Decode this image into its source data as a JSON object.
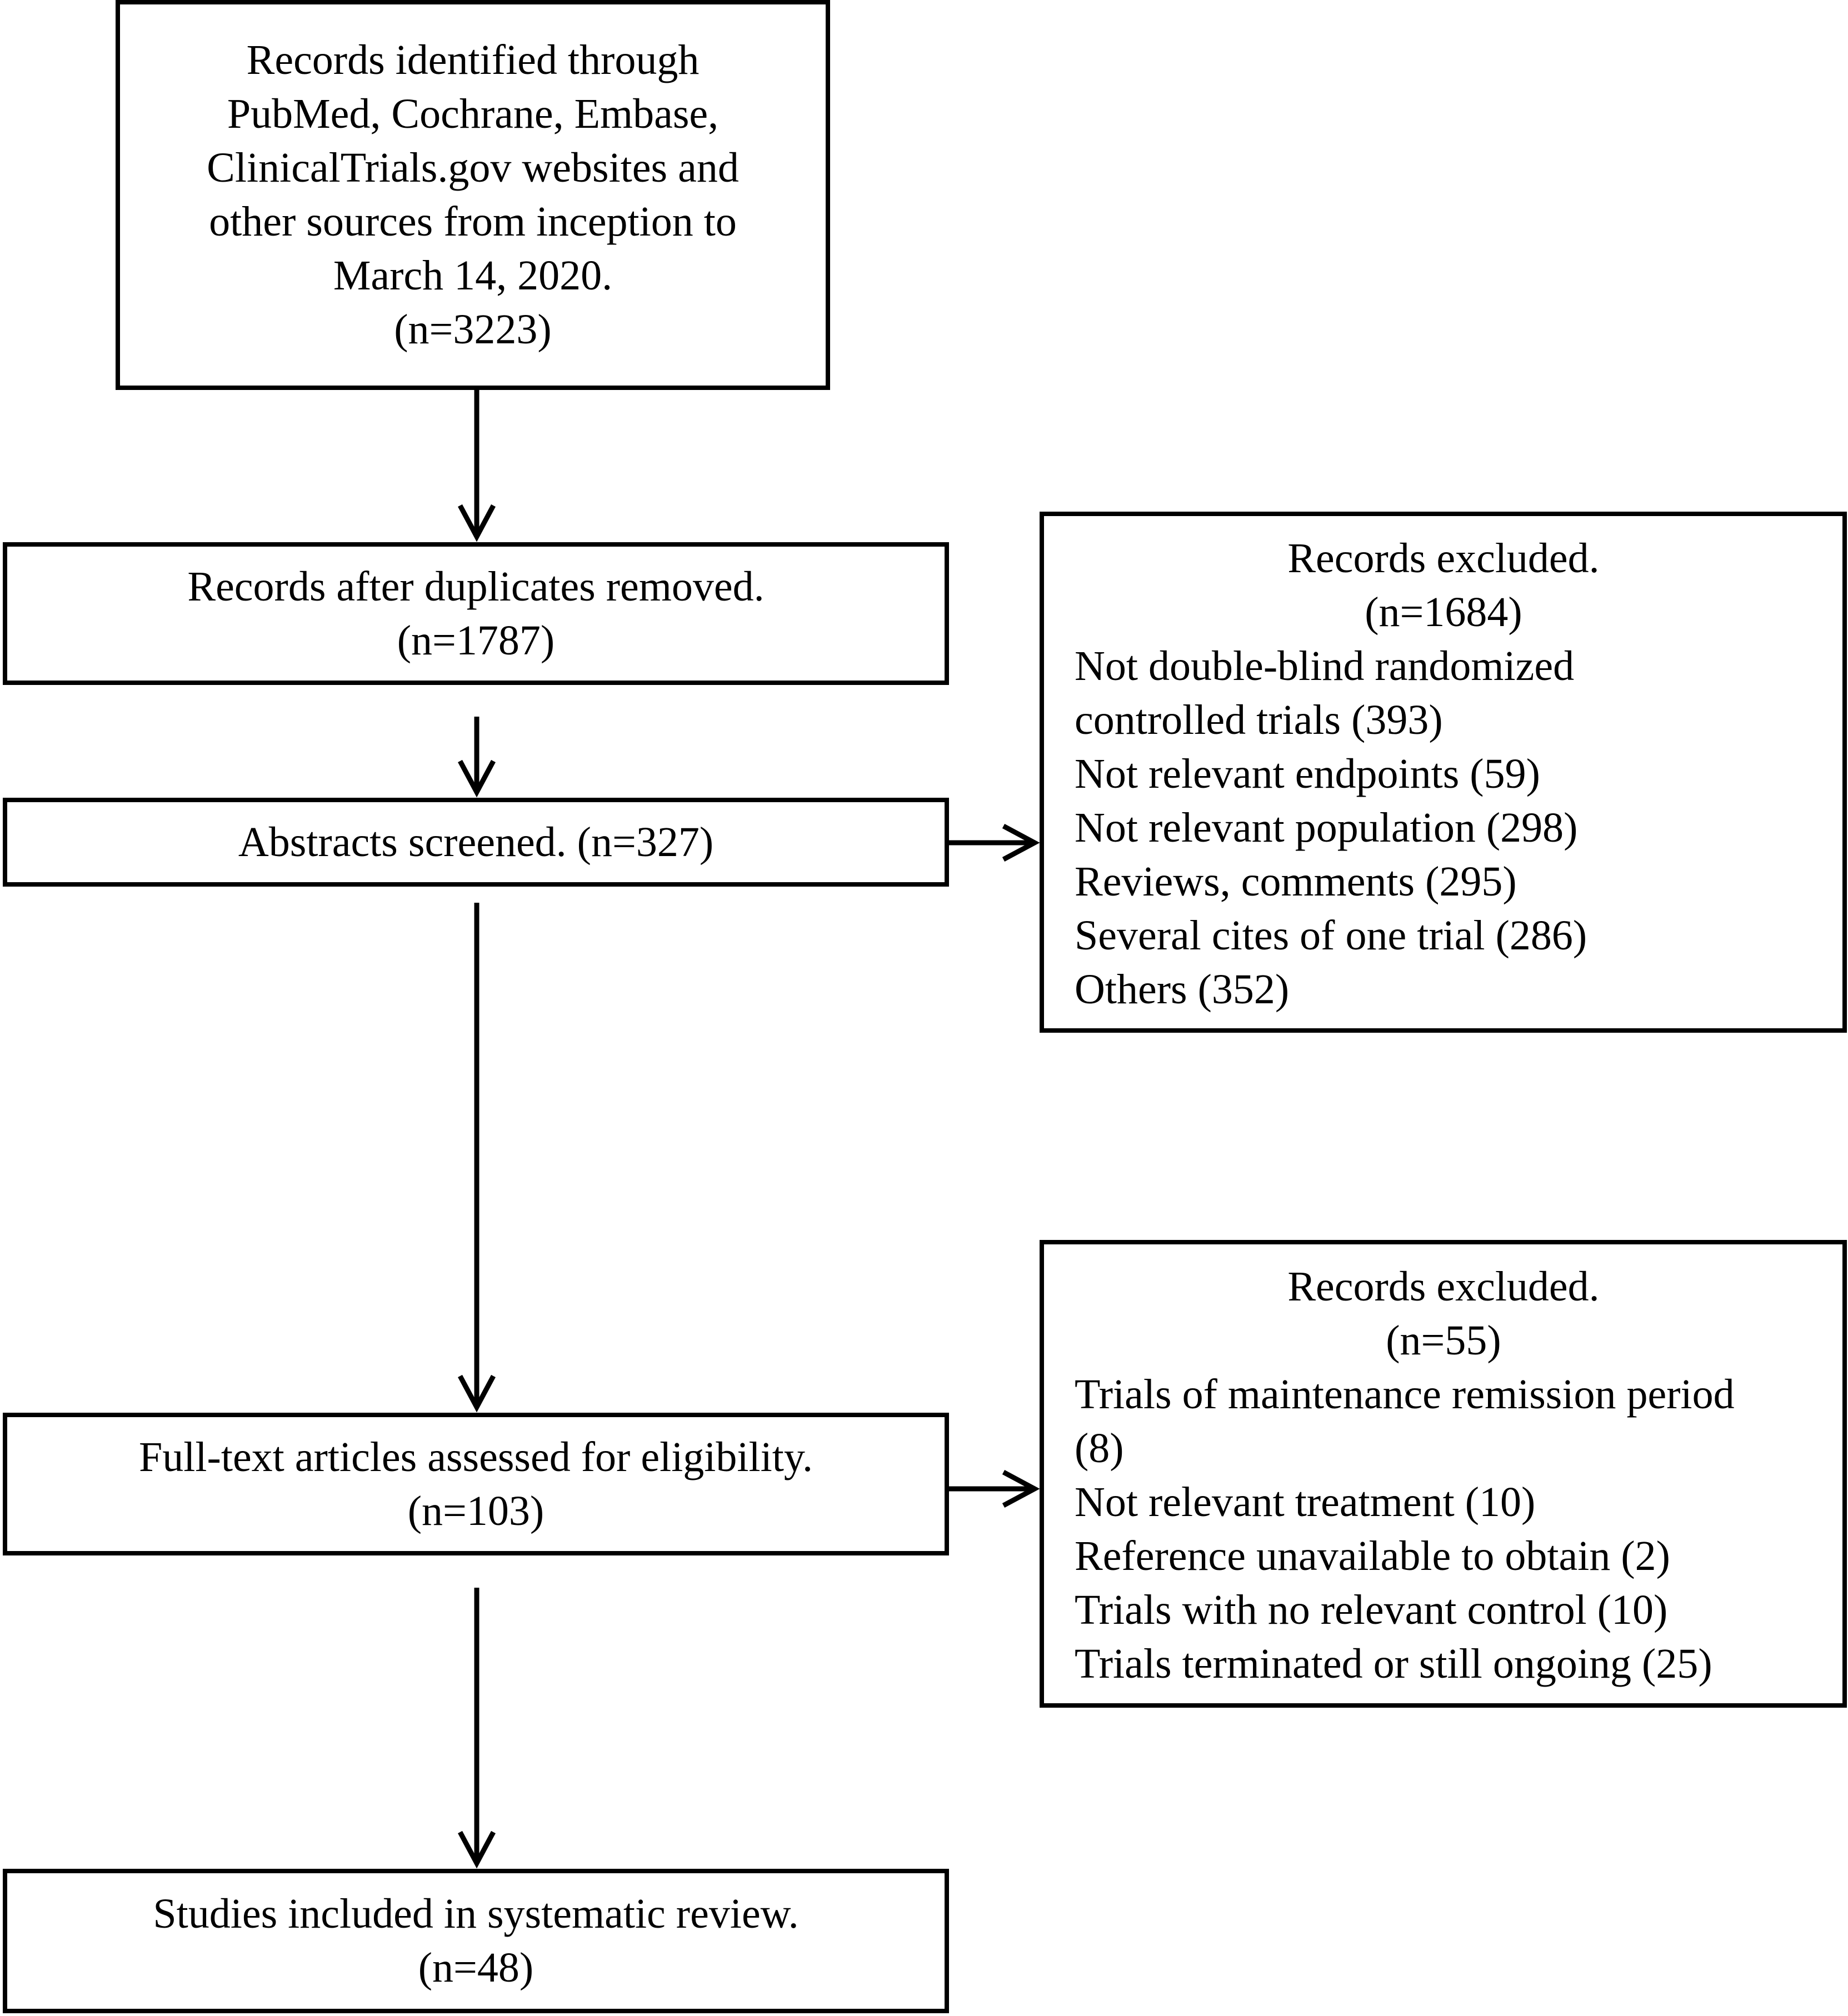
{
  "boxes": {
    "identified": {
      "lines": [
        "Records identified through",
        "PubMed, Cochrane, Embase,",
        "ClinicalTrials.gov websites and",
        "other sources from inception to",
        "March 14, 2020.",
        "(n=3223)"
      ]
    },
    "duplicates": {
      "lines": [
        "Records after duplicates removed.",
        "(n=1787)"
      ]
    },
    "abstracts": {
      "lines": [
        "Abstracts screened. (n=327)"
      ]
    },
    "excluded_1": {
      "title": "Records excluded.",
      "count": "(n=1684)",
      "items": [
        "Not double-blind randomized",
        "controlled trials (393)",
        "Not relevant endpoints (59)",
        "Not relevant population (298)",
        "Reviews, comments (295)",
        "Several cites of one trial (286)",
        "Others (352)"
      ]
    },
    "fulltext": {
      "lines": [
        "Full-text articles assessed for eligibility.",
        "(n=103)"
      ]
    },
    "excluded_2": {
      "title": "Records excluded.",
      "count": "(n=55)",
      "items": [
        "Trials of maintenance remission period",
        "(8)",
        "Not relevant treatment (10)",
        "Reference unavailable to obtain (2)",
        "Trials with no relevant control (10)",
        "Trials terminated or still ongoing (25)"
      ]
    },
    "included": {
      "lines": [
        "Studies included in systematic review.",
        "(n=48)"
      ]
    }
  },
  "connectors": [
    {
      "from": "identified",
      "to": "duplicates"
    },
    {
      "from": "duplicates",
      "to": "abstracts"
    },
    {
      "from": "abstracts",
      "to": "excluded_1"
    },
    {
      "from": "abstracts",
      "to": "fulltext"
    },
    {
      "from": "fulltext",
      "to": "excluded_2"
    },
    {
      "from": "fulltext",
      "to": "included"
    }
  ],
  "colors": {
    "stroke": "#000000",
    "background": "#ffffff"
  }
}
